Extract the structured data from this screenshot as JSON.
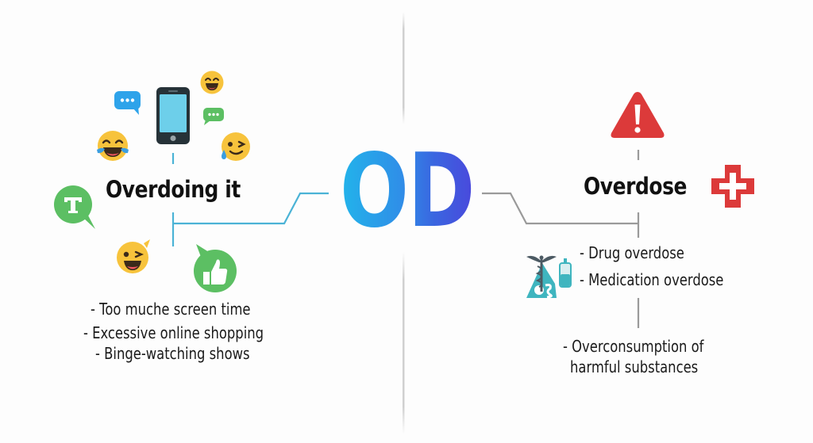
{
  "center": {
    "label": "OD",
    "gradient_colors": [
      "#22b4ea",
      "#4a48dc"
    ]
  },
  "left": {
    "title": "Overdoing it",
    "line_color": "#4bb3d6",
    "items": [
      "- Too muche screen time",
      "- Excessive online shopping",
      "- Binge-watching shows"
    ],
    "icons": [
      "smartphone-icon",
      "chat-bubble-blue-icon",
      "chat-bubble-green-icon",
      "grinning-emoji-icon",
      "tears-of-joy-emoji-icon",
      "winking-sweat-emoji-icon",
      "text-chat-bubble-icon",
      "winking-tongue-emoji-icon",
      "thumbs-up-bubble-icon"
    ]
  },
  "right": {
    "title": "Overdose",
    "line_color": "#9a9a9a",
    "items": [
      "- Drug overdose",
      "- Medication overdose",
      "- Overconsumption of",
      "harmful substances"
    ],
    "icons": [
      "warning-triangle-icon",
      "red-cross-icon",
      "caduceus-medicine-icon"
    ],
    "accent_color": "#dc3a3a"
  }
}
